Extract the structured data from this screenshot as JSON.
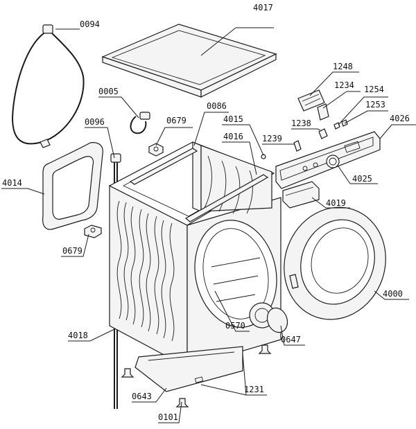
{
  "parts": {
    "p0094": "0094",
    "p4017": "4017",
    "p1248": "1248",
    "p1234": "1234",
    "p1254": "1254",
    "p0005": "0005",
    "p1253": "1253",
    "p0086": "0086",
    "p0096": "0096",
    "p0679a": "0679",
    "p4015": "4015",
    "p1238": "1238",
    "p4026": "4026",
    "p4016": "4016",
    "p1239": "1239",
    "p4014": "4014",
    "p4025": "4025",
    "p4019": "4019",
    "p0679b": "0679",
    "p4000": "4000",
    "p0570": "0570",
    "p4018": "4018",
    "p0647": "0647",
    "p1231": "1231",
    "p0643": "0643",
    "p0101": "0101"
  },
  "colors": {
    "line": "#1a1a1a",
    "fill": "#f4f4f4",
    "background": "#ffffff"
  }
}
